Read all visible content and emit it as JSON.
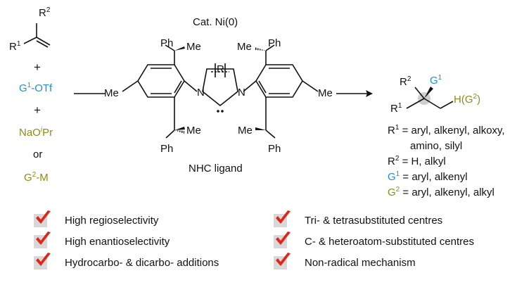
{
  "reactants": {
    "alkene_r2": "R",
    "alkene_r2_sup": "2",
    "alkene_r1": "R",
    "alkene_r1_sup": "1",
    "plus1": "+",
    "electrophile_g": "G",
    "electrophile_sup": "1",
    "electrophile_rest": "-OTf",
    "plus2": "+",
    "hydride_source": "NaO",
    "hydride_sup": "i",
    "hydride_rest": "Pr",
    "or": "or",
    "nucleophile_g": "G",
    "nucleophile_sup": "2",
    "nucleophile_rest": "-M"
  },
  "catalyst": {
    "label": "Cat. Ni(0)",
    "ligand_label": "NHC ligand",
    "labels": {
      "ph": "Ph",
      "me": "Me",
      "r": "R",
      "n": "N"
    }
  },
  "product": {
    "r2": "R",
    "r2_sup": "2",
    "g1": "G",
    "g1_sup": "1",
    "r1": "R",
    "r1_sup": "1",
    "hg2_pre": "H(G",
    "hg2_sup": "2",
    "hg2_post": ")"
  },
  "conditions": [
    {
      "sym": "R",
      "sup": "1",
      "text": " = aryl, alkenyl, alkoxy,",
      "color": "black"
    },
    {
      "sym": "",
      "sup": "",
      "text": "amino, silyl",
      "color": "black"
    },
    {
      "sym": "R",
      "sup": "2",
      "text": " = H, alkyl",
      "color": "black"
    },
    {
      "sym": "G",
      "sup": "1",
      "text": " = aryl, alkenyl",
      "color": "blue"
    },
    {
      "sym": "G",
      "sup": "2",
      "text": " = aryl, alkenyl, alkyl",
      "color": "olive"
    }
  ],
  "features": [
    "High regioselectivity",
    "High enantioselectivity",
    "Hydrocarbo- & dicarbo- additions",
    "Tri- & tetrasubstituted centres",
    "C- & heteroatom-substituted centres",
    "Non-radical mechanism"
  ],
  "colors": {
    "blue": "#1e8ed6",
    "olive": "#8f8a14",
    "check": "#e0261b",
    "box": "#d8d8d8"
  },
  "icons": [
    "check-icon"
  ]
}
